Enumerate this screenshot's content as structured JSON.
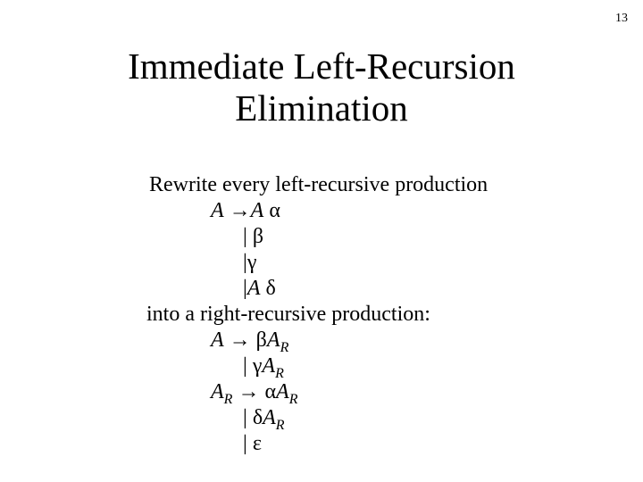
{
  "slide": {
    "number": "13",
    "title_line1": "Immediate Left-Recursion",
    "title_line2": "Elimination"
  },
  "body": {
    "intro": "Rewrite every left-recursive production",
    "left_recursive": {
      "lhs": "A",
      "arrow": "→",
      "rule1_nt": "A",
      "rule1_sym": "α",
      "alt_bar": "|",
      "rule2_sym": "β",
      "rule3_sym": "γ",
      "rule4_nt": "A",
      "rule4_sym": "δ"
    },
    "transition": "into a right-recursive production:",
    "right_recursive": {
      "lhs": "A",
      "arrow": "→",
      "r1_sym": "β",
      "r1_nt": "A",
      "r1_sub": "R",
      "alt_bar": "|",
      "r2_sym": "γ",
      "r2_nt": "A",
      "r2_sub": "R",
      "ar_lhs": "A",
      "ar_lhs_sub": "R",
      "r3_sym": "α",
      "r3_nt": "A",
      "r3_sub": "R",
      "r4_sym": "δ",
      "r4_nt": "A",
      "r4_sub": "R",
      "r5_sym": "ε"
    }
  }
}
